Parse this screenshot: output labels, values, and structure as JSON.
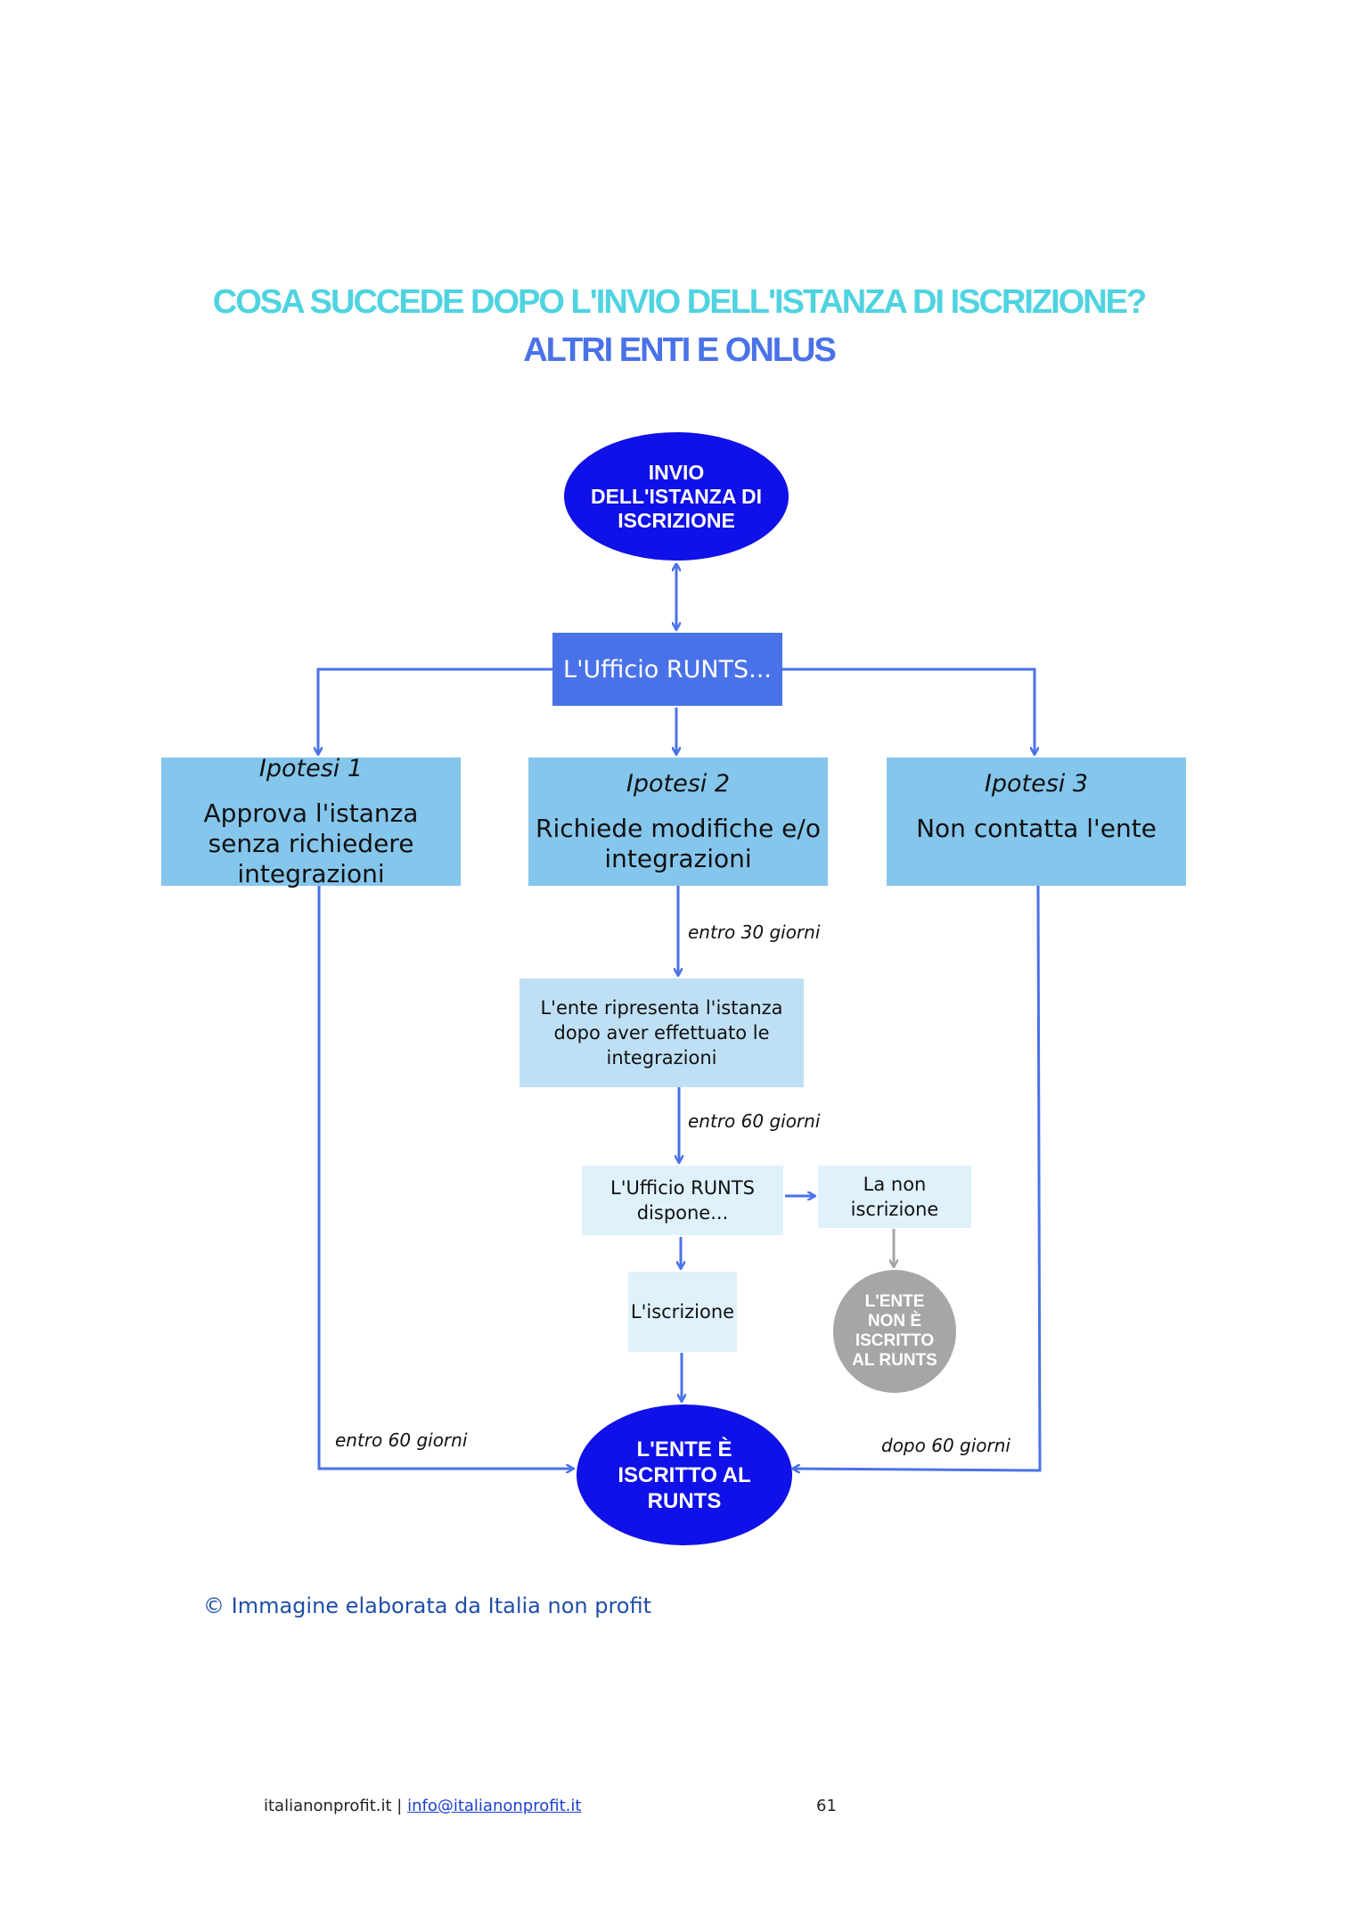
{
  "title_line1": "COSA SUCCEDE DOPO L'INVIO DELL'ISTANZA DI ISCRIZIONE?",
  "title_line2": "ALTRI  ENTI E ONLUS",
  "colors": {
    "title_cyan": "#4fd3e0",
    "title_blue": "#4a72e8",
    "oval_blue": "#1010e8",
    "office_box": "#4a72e8",
    "hypothesis_box": "#85c6ec",
    "resubmit_box": "#bfe0f4",
    "small_box": "#dff1fb",
    "arrow": "#4a72e8",
    "grey": "#a6a6a6"
  },
  "nodes": {
    "start": "INVIO DELL'ISTANZA DI ISCRIZIONE",
    "office": "L'Ufficio RUNTS...",
    "h1_title": "Ipotesi 1",
    "h1_text": "Approva l'istanza senza richiedere integrazioni",
    "h2_title": "Ipotesi 2",
    "h2_text": "Richiede modifiche e/o integrazioni",
    "h3_title": "Ipotesi 3",
    "h3_text": "Non contatta l'ente",
    "resubmit": "L'ente ripresenta l'istanza dopo aver effettuato le integrazioni",
    "office_decides": "L'Ufficio RUNTS dispone...",
    "registration": "L'iscrizione",
    "non_registration": "La non iscrizione",
    "not_registered": "L'ENTE NON È ISCRITTO AL RUNTS",
    "registered": "L'ENTE È ISCRITTO AL RUNTS"
  },
  "edge_labels": {
    "within_30": "entro 30 giorni",
    "within_60_mid": "entro 60 giorni",
    "within_60_left": "entro 60 giorni",
    "after_60": "dopo 60 giorni"
  },
  "credit": "© Immagine elaborata da Italia non profit",
  "footer": {
    "site": "italianonprofit.it | ",
    "email": "info@italianonprofit.it",
    "page_number": "61"
  }
}
